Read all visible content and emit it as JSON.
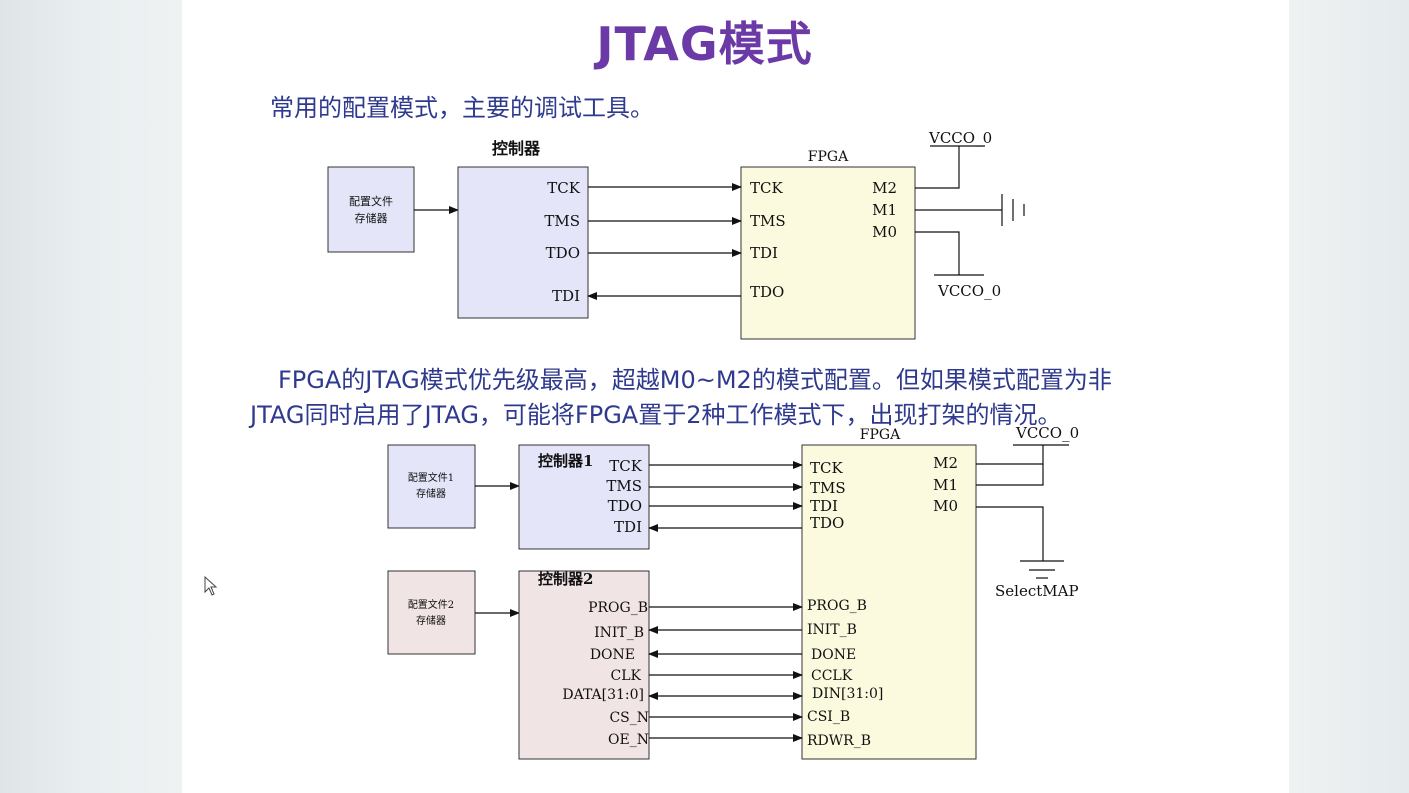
{
  "title": "JTAG模式",
  "intro_text": "常用的配置模式，主要的调试工具。",
  "para_line1": "FPGA的JTAG模式优先级最高，超越M0~M2的模式配置。但如果模式配置为非",
  "para_line2": "JTAG同时启用了JTAG，可能将FPGA置于2种工作模式下，出现打架的情况。",
  "diagram1": {
    "controller_label": "控制器",
    "storage_line1": "配置文件",
    "storage_line2": "存储器",
    "fpga_label": "FPGA",
    "controller_pins": [
      "TCK",
      "TMS",
      "TDO",
      "TDI"
    ],
    "fpga_pins": [
      "TCK",
      "TMS",
      "TDI",
      "TDO"
    ],
    "mode_pins": [
      "M2",
      "M1",
      "M0"
    ],
    "vcco_top": "VCCO_0",
    "vcco_bottom": "VCCO_0"
  },
  "diagram2": {
    "controller1_label": "控制器1",
    "controller2_label": "控制器2",
    "storage1_line1": "配置文件1",
    "storage1_line2": "存储器",
    "storage2_line1": "配置文件2",
    "storage2_line2": "存储器",
    "fpga_label": "FPGA",
    "controller1_pins": [
      "TCK",
      "TMS",
      "TDO",
      "TDI"
    ],
    "fpga_jtag_pins": [
      "TCK",
      "TMS",
      "TDI",
      "TDO"
    ],
    "mode_pins": [
      "M2",
      "M1",
      "M0"
    ],
    "vcco": "VCCO_0",
    "mode_name": "SelectMAP",
    "controller2_pins": [
      "PROG_B",
      "INIT_B",
      "DONE",
      "CLK",
      "DATA[31:0]",
      "CS_N",
      "OE_N"
    ],
    "fpga_map_pins": [
      "PROG_B",
      "INIT_B",
      "DONE",
      "CCLK",
      "DIN[31:0]",
      "CSI_B",
      "RDWR_B"
    ]
  },
  "colors": {
    "title": "#6b3aa6",
    "text": "#2f3a8f",
    "controller_fill": "#e4e5f8",
    "fpga_fill": "#fbfade",
    "storage2_fill": "#f1e4e4"
  }
}
